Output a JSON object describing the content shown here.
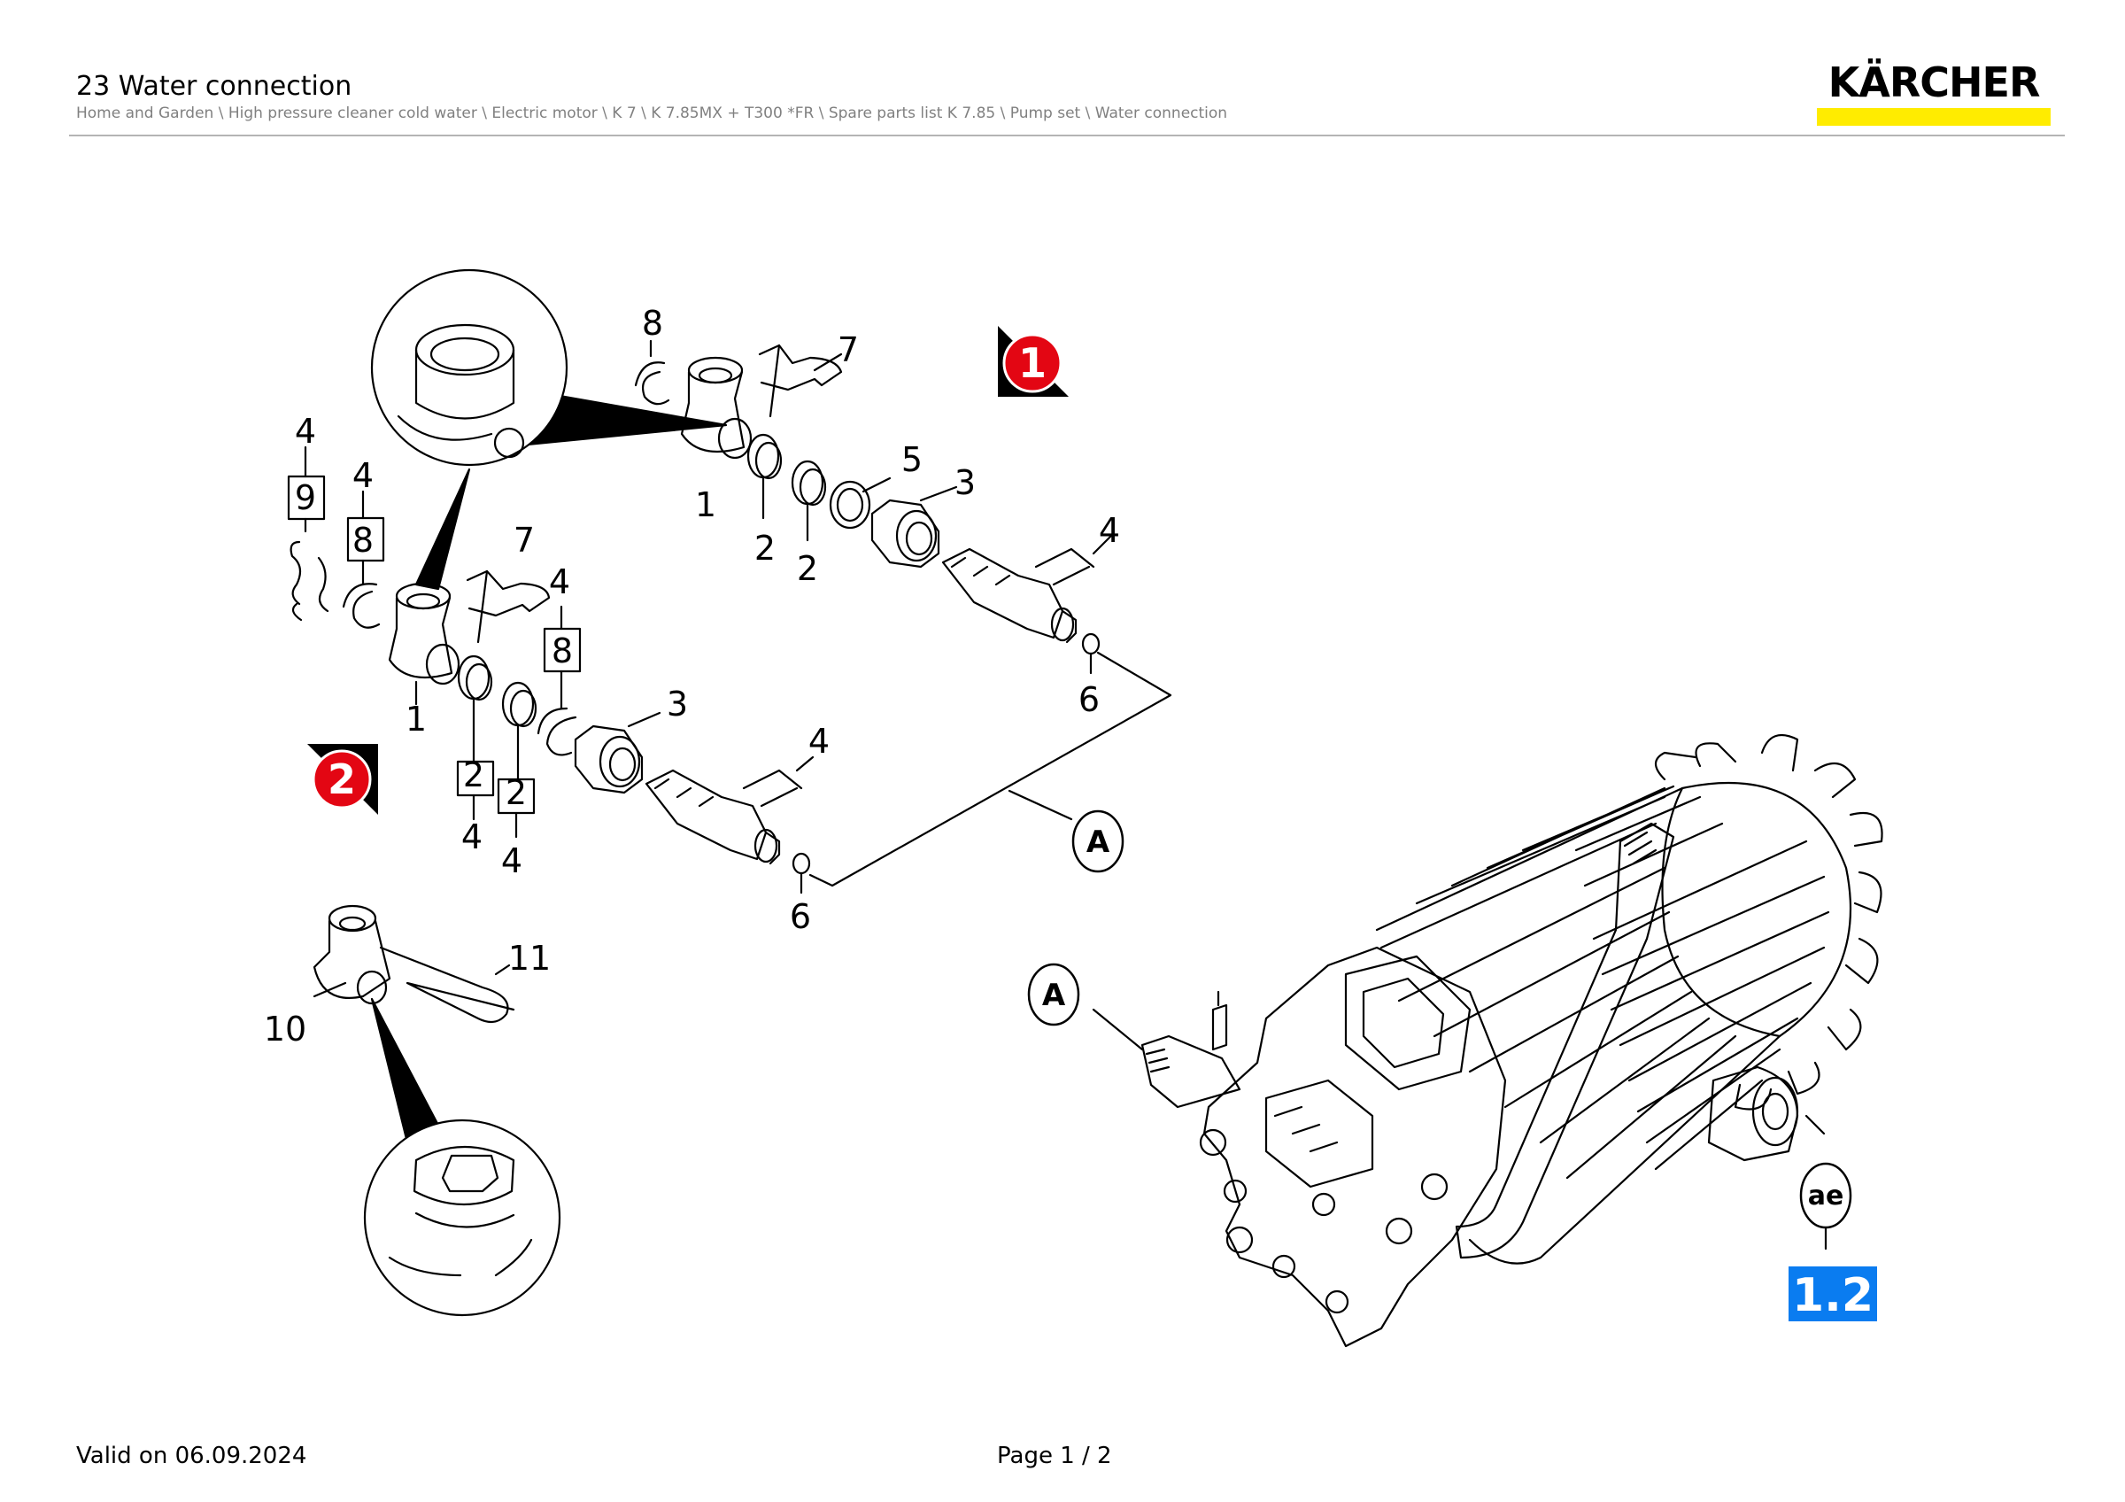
{
  "header": {
    "title": "23 Water connection",
    "breadcrumb": "Home and Garden \\ High pressure cleaner cold water \\ Electric motor \\ K 7 \\ K 7.85MX + T300 *FR \\ Spare parts list K 7.85 \\ Pump set \\ Water connection"
  },
  "logo": {
    "text": "KÄRCHER",
    "bar_color": "#ffec00"
  },
  "diagram": {
    "variant_markers": [
      "1",
      "2"
    ],
    "marker_color": "#e30613",
    "assembly_badge": "1.2",
    "badge_color": "#0a7cf0",
    "callouts": {
      "a": "A",
      "ae": "ae"
    },
    "upper_labels": {
      "item8": "8",
      "item7": "7",
      "item1": "1",
      "item2a": "2",
      "item2b": "2",
      "item5": "5",
      "item3": "3",
      "item4": "4",
      "item6": "6"
    },
    "lower_labels": {
      "item4_top": "4",
      "item9": "9",
      "item4_b": "4",
      "item8": "8",
      "item7": "7",
      "item4_c": "4",
      "item8_b": "8",
      "item1": "1",
      "item3": "3",
      "item2a": "2",
      "item2b": "2",
      "item4_d": "4",
      "item4_e": "4",
      "item4_f": "4",
      "item6": "6"
    },
    "small_labels": {
      "item11": "11",
      "item10": "10"
    }
  },
  "footer": {
    "valid": "Valid on 06.09.2024",
    "page": "Page 1 / 2"
  }
}
